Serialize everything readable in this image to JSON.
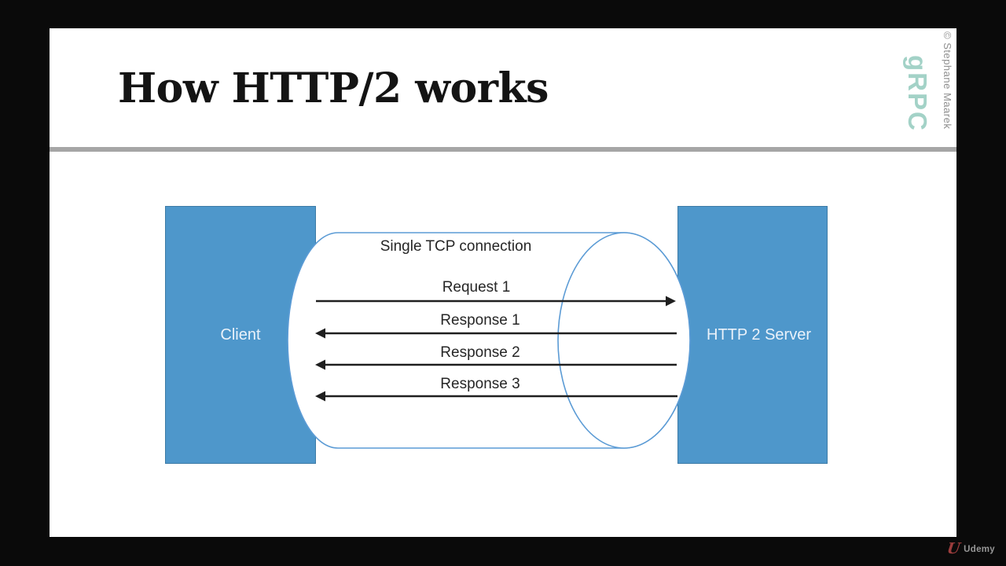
{
  "slide": {
    "title": "How HTTP/2 works",
    "copyright_text": "© Stephane Maarek",
    "grpc_logo_text": "gRPC"
  },
  "diagram": {
    "client_label": "Client",
    "server_label": "HTTP 2 Server",
    "connection_label": "Single TCP connection",
    "messages": [
      {
        "label": "Request 1",
        "direction": "right"
      },
      {
        "label": "Response 1",
        "direction": "left"
      },
      {
        "label": "Response 2",
        "direction": "left"
      },
      {
        "label": "Response 3",
        "direction": "left"
      }
    ]
  },
  "footer": {
    "brand_name": "Udemy"
  },
  "colors": {
    "box_blue": "#4e97cb",
    "box_border": "#3d7ba6",
    "cylinder_outline": "#5b9bd5",
    "arrow_black": "#1f1f1f",
    "grpc_teal": "#a3d2c7",
    "udemy_red": "#9c3c3c",
    "divider_gray": "#a6a6a6"
  }
}
